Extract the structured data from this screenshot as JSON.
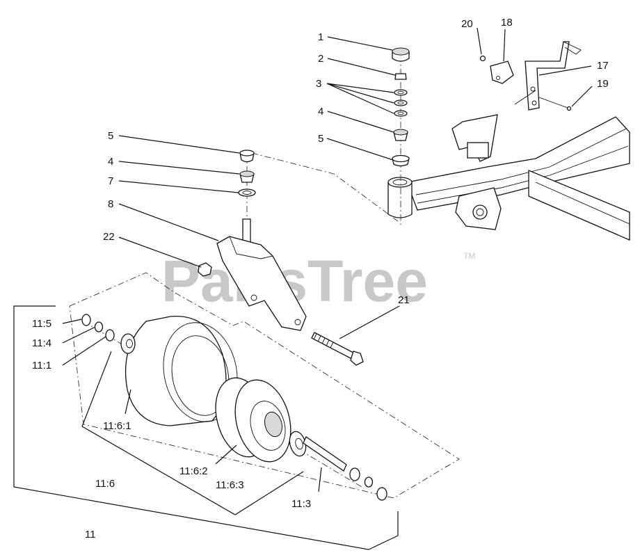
{
  "diagram": {
    "watermark": "PartsTree",
    "watermark_mark": "TM",
    "callouts": [
      {
        "id": "c1",
        "text": "1"
      },
      {
        "id": "c2",
        "text": "2"
      },
      {
        "id": "c3",
        "text": "3"
      },
      {
        "id": "c4a",
        "text": "4"
      },
      {
        "id": "c5a",
        "text": "5"
      },
      {
        "id": "c5b",
        "text": "5"
      },
      {
        "id": "c4b",
        "text": "4"
      },
      {
        "id": "c7",
        "text": "7"
      },
      {
        "id": "c8",
        "text": "8"
      },
      {
        "id": "c22",
        "text": "22"
      },
      {
        "id": "c20",
        "text": "20"
      },
      {
        "id": "c18",
        "text": "18"
      },
      {
        "id": "c17",
        "text": "17"
      },
      {
        "id": "c19",
        "text": "19"
      },
      {
        "id": "c21",
        "text": "21"
      },
      {
        "id": "c11_5",
        "text": "11:5"
      },
      {
        "id": "c11_4",
        "text": "11:4"
      },
      {
        "id": "c11_1",
        "text": "11:1"
      },
      {
        "id": "c11_6_1",
        "text": "11:6:1"
      },
      {
        "id": "c11_6_2",
        "text": "11:6:2"
      },
      {
        "id": "c11_6",
        "text": "11:6"
      },
      {
        "id": "c11_6_3",
        "text": "11:6:3"
      },
      {
        "id": "c11_3",
        "text": "11:3"
      },
      {
        "id": "c11",
        "text": "11"
      }
    ]
  }
}
